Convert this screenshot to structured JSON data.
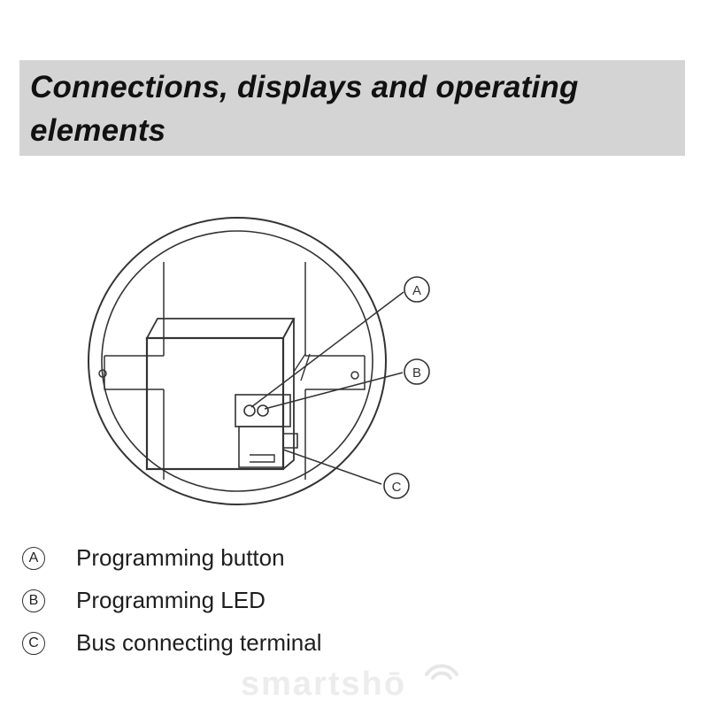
{
  "title": "Connections, displays and operating elements",
  "callouts": [
    {
      "letter": "A",
      "label": "Programming button"
    },
    {
      "letter": "B",
      "label": "Programming LED"
    },
    {
      "letter": "C",
      "label": "Bus connecting terminal"
    }
  ],
  "watermark": "smartshō",
  "colors": {
    "title_background": "#d4d4d4",
    "line": "#333333",
    "watermark": "#e8e8e8"
  },
  "icons": {
    "watermark_signal": "wifi-signal-icon"
  }
}
